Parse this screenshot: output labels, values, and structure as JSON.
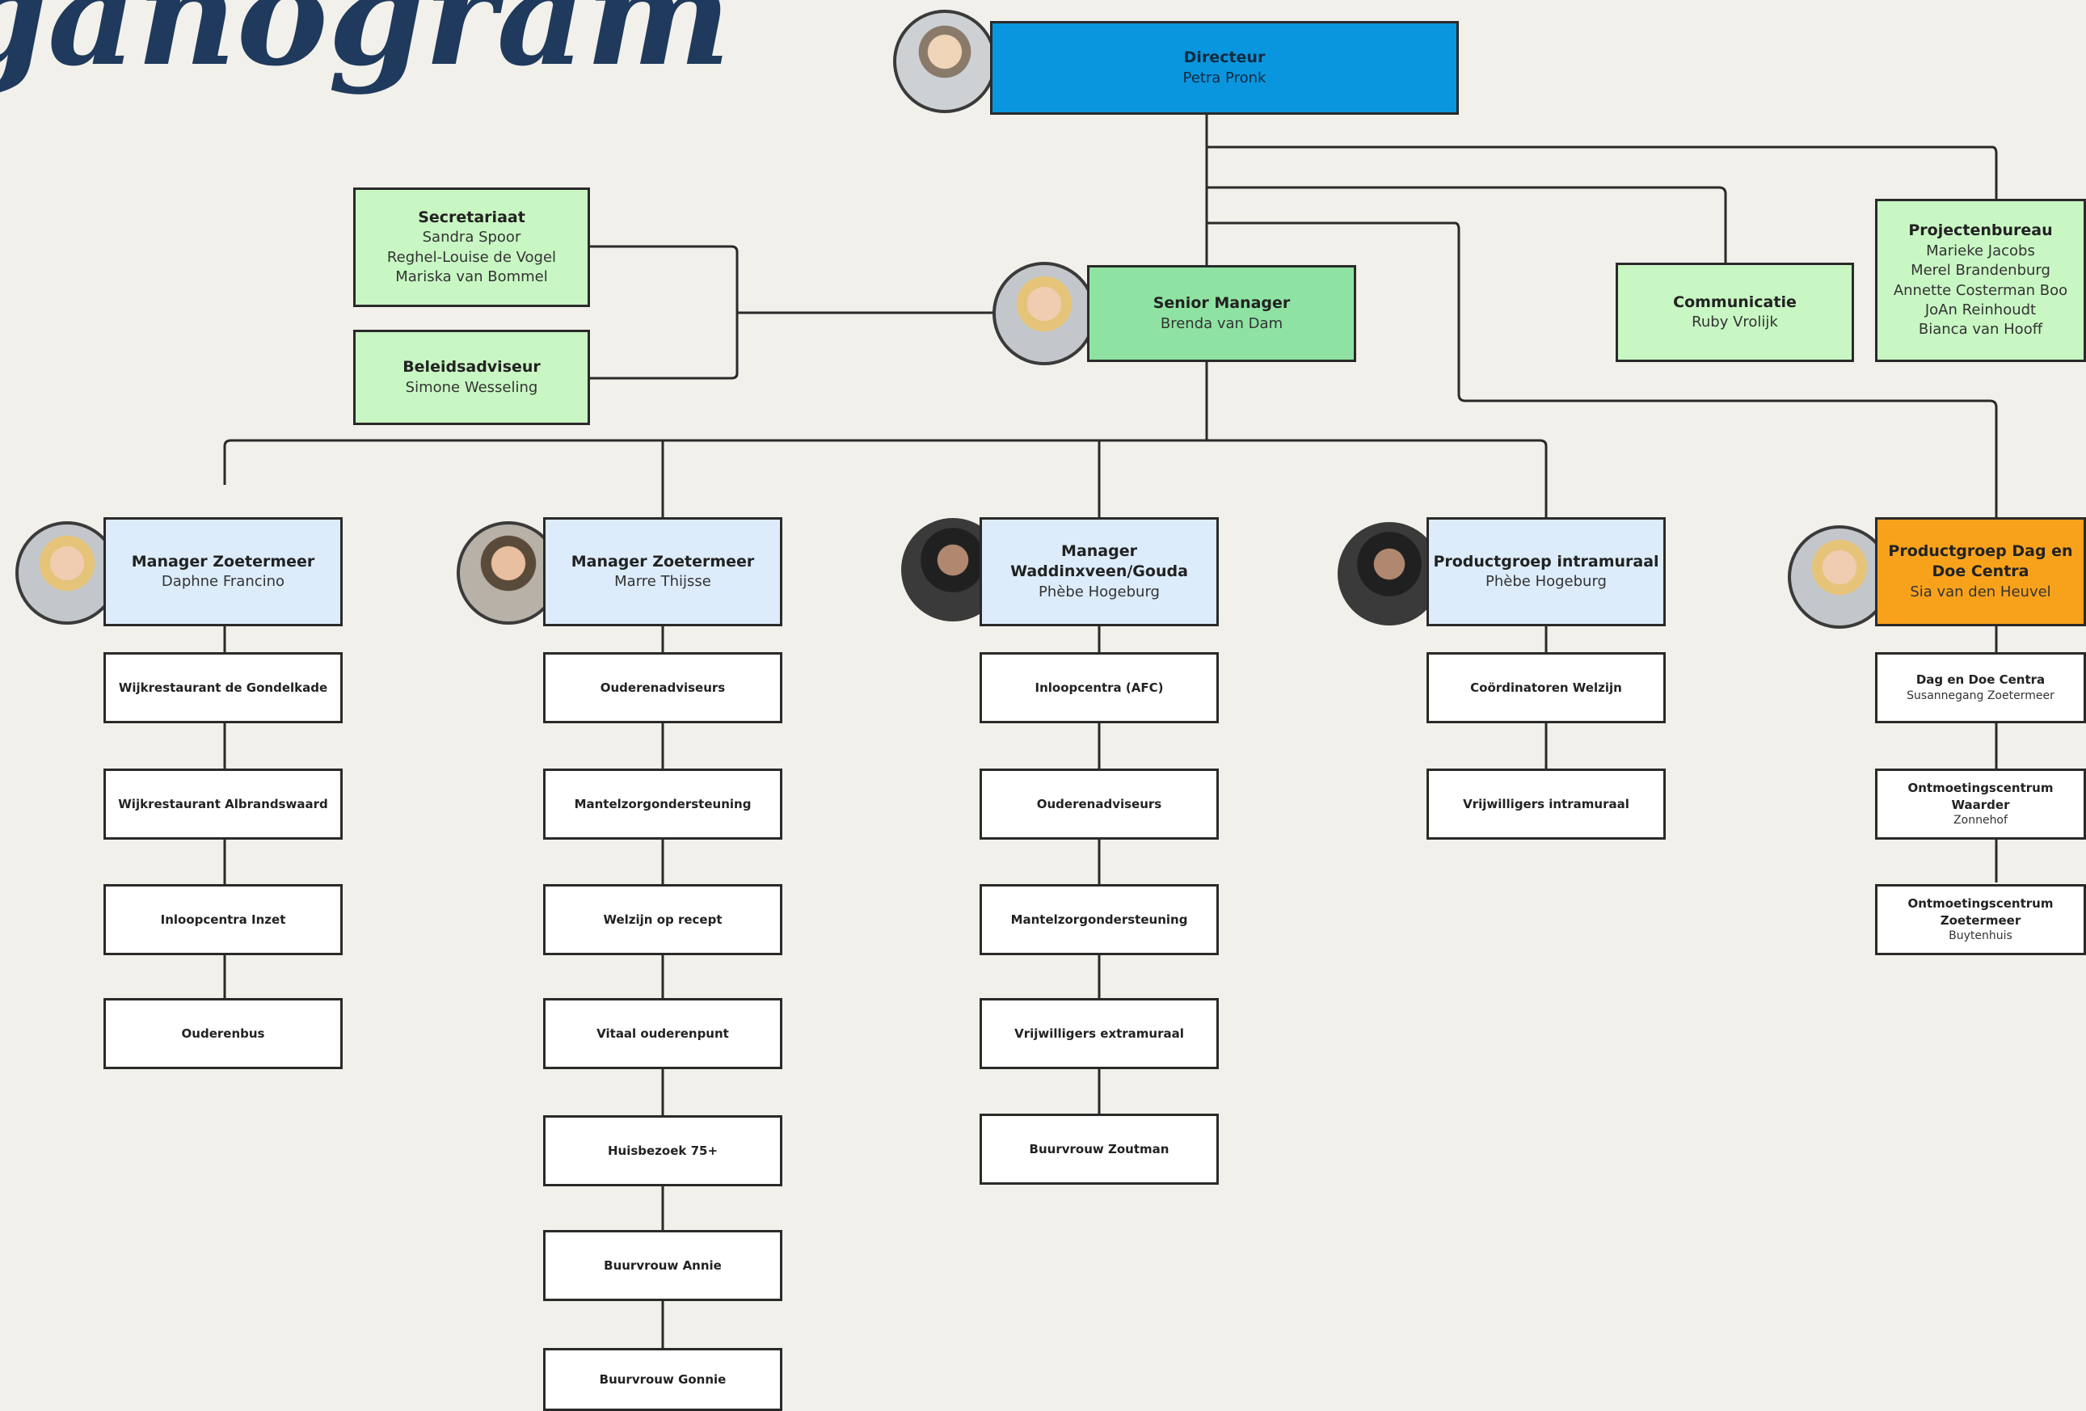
{
  "title": "ganogram",
  "directeur": {
    "title": "Directeur",
    "names": [
      "Petra Pronk"
    ]
  },
  "senior": {
    "title": "Senior Manager",
    "names": [
      "Brenda van Dam"
    ]
  },
  "secretariaat": {
    "title": "Secretariaat",
    "names": [
      "Sandra Spoor",
      "Reghel-Louise de Vogel",
      "Mariska van Bommel"
    ]
  },
  "beleid": {
    "title": "Beleidsadviseur",
    "names": [
      "Simone Wesseling"
    ]
  },
  "communicatie": {
    "title": "Communicatie",
    "names": [
      "Ruby Vrolijk"
    ]
  },
  "projecten": {
    "title": "Projectenbureau",
    "names": [
      "Marieke Jacobs",
      "Merel Brandenburg",
      "Annette Costerman Boo",
      "JoAn Reinhoudt",
      "Bianca van Hooff"
    ]
  },
  "manager1": {
    "title": "Manager Zoetermeer",
    "names": [
      "Daphne Francino"
    ]
  },
  "manager2": {
    "title": "Manager Zoetermeer",
    "names": [
      "Marre Thijsse"
    ]
  },
  "manager3": {
    "title": "Manager Waddinxveen/Gouda",
    "names": [
      "Phèbe Hogeburg"
    ]
  },
  "manager4": {
    "title": "Productgroep intramuraal",
    "names": [
      "Phèbe Hogeburg"
    ]
  },
  "manager5": {
    "title": "Productgroep Dag en Doe Centra",
    "names": [
      "Sia van den Heuvel"
    ]
  },
  "col1": [
    {
      "title": "Wijkrestaurant de Gondelkade"
    },
    {
      "title": "Wijkrestaurant Albrandswaard"
    },
    {
      "title": "Inloopcentra Inzet"
    },
    {
      "title": "Ouderenbus"
    }
  ],
  "col2": [
    {
      "title": "Ouderenadviseurs"
    },
    {
      "title": "Mantelzorgondersteuning"
    },
    {
      "title": "Welzijn op recept"
    },
    {
      "title": "Vitaal ouderenpunt"
    },
    {
      "title": "Huisbezoek 75+"
    },
    {
      "title": "Buurvrouw Annie"
    },
    {
      "title": "Buurvrouw Gonnie"
    }
  ],
  "col3": [
    {
      "title": "Inloopcentra (AFC)"
    },
    {
      "title": "Ouderenadviseurs"
    },
    {
      "title": "Mantelzorgondersteuning"
    },
    {
      "title": "Vrijwilligers extramuraal"
    },
    {
      "title": "Buurvrouw Zoutman"
    }
  ],
  "col4": [
    {
      "title": "Coördinatoren Welzijn"
    },
    {
      "title": "Vrijwilligers intramuraal"
    }
  ],
  "col5": [
    {
      "title": "Dag en Doe Centra",
      "sub": "Susannegang Zoetermeer"
    },
    {
      "title": "Ontmoetingscentrum Waarder",
      "sub": "Zonnehof"
    },
    {
      "title": "Ontmoetingscentrum Zoetermeer",
      "sub": "Buytenhuis"
    }
  ],
  "colors": {
    "directeur": "#0a96de",
    "senior": "#8fe3a2",
    "staff": "#c9f7c4",
    "manager": "#dcecfb",
    "dagdoe": "#f8a21c",
    "unit": "#ffffff",
    "title": "#1f3a5c"
  }
}
